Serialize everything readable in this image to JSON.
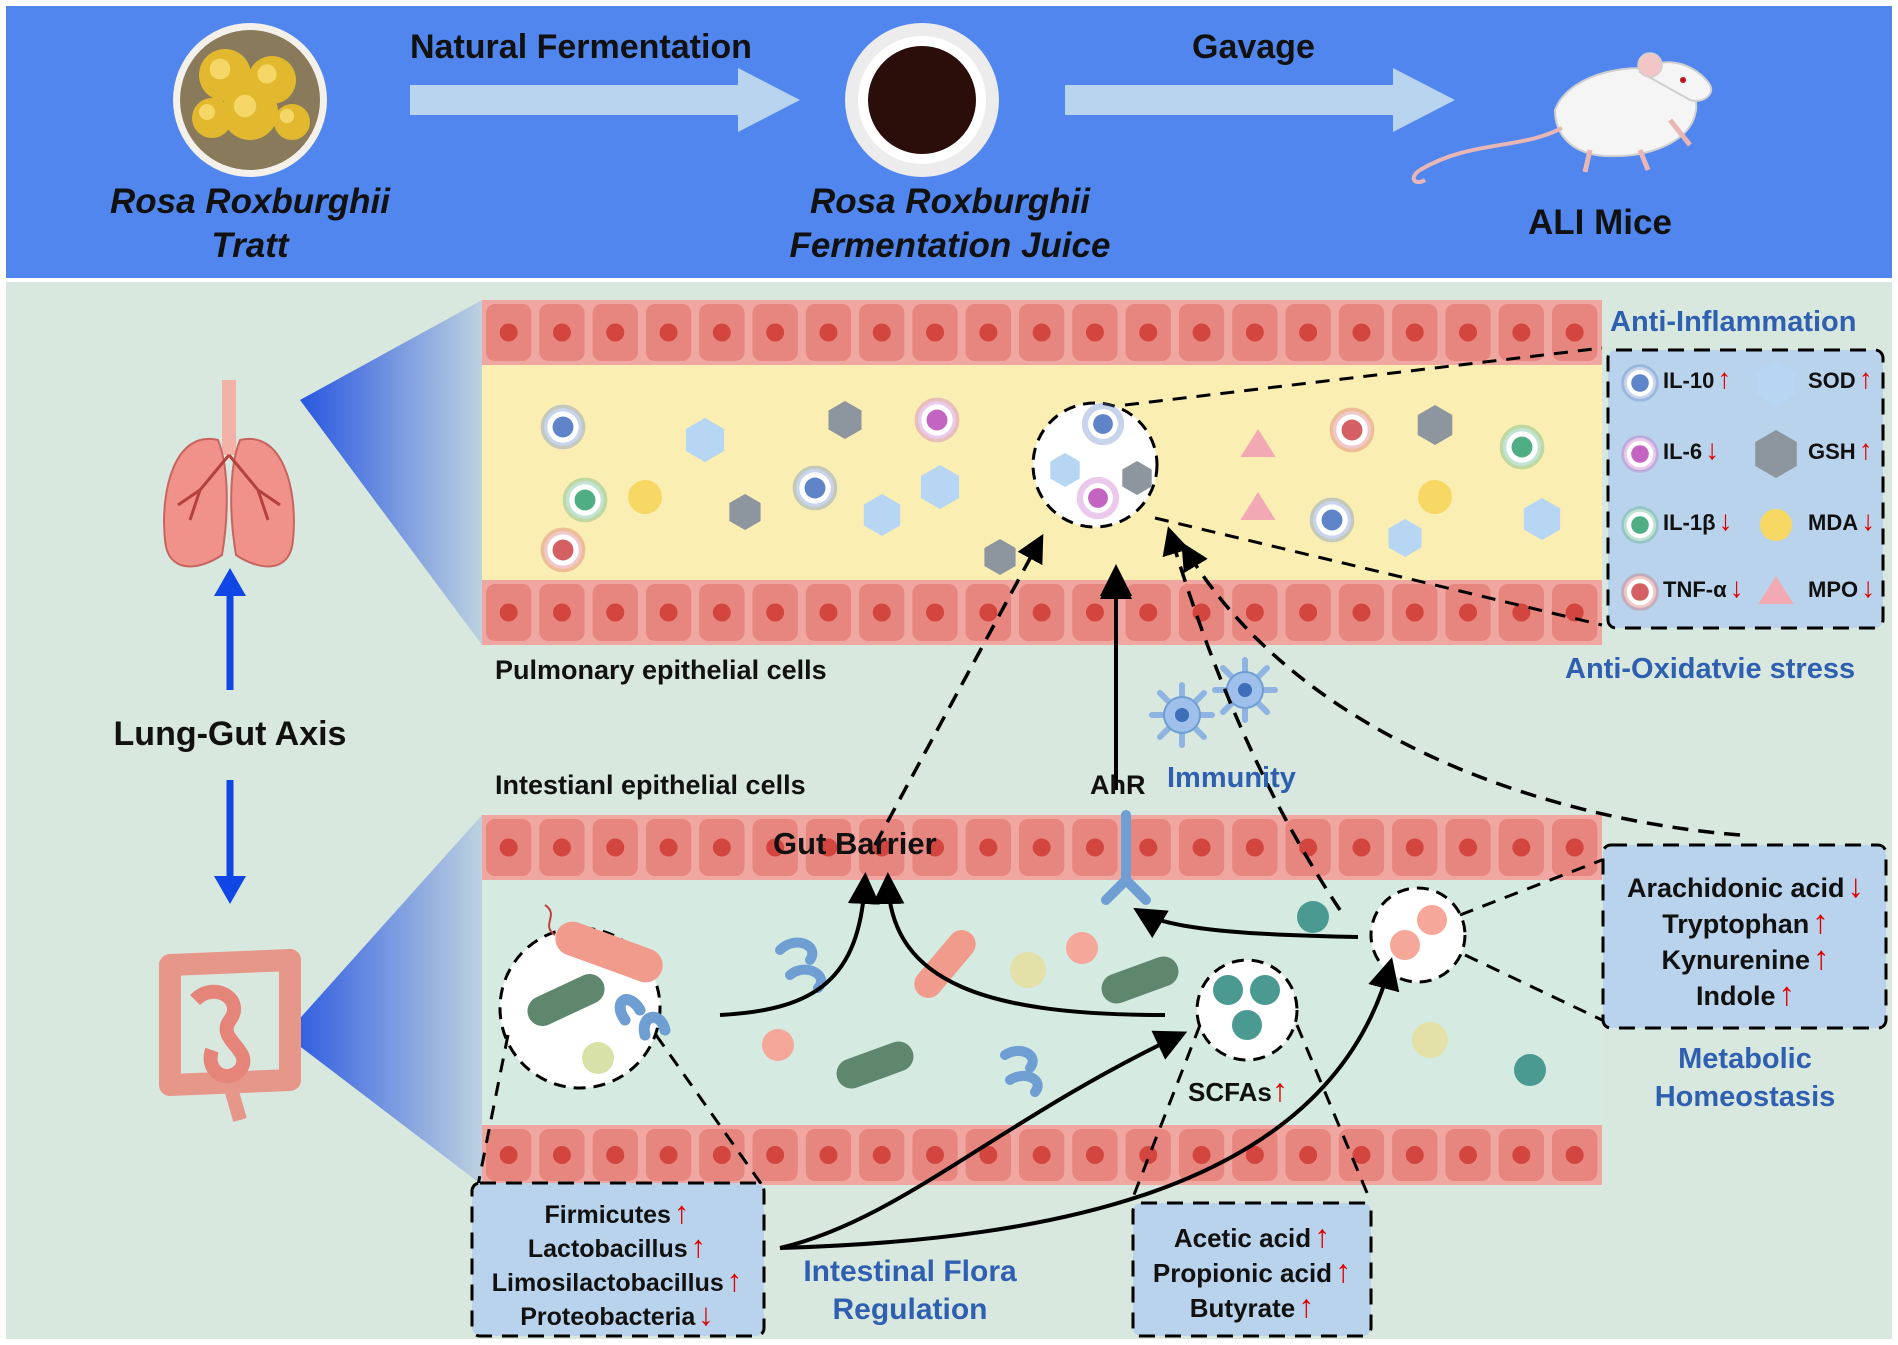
{
  "header": {
    "source_label": "Rosa Roxburghii\nTratt",
    "step1_label": "Natural Fermentation",
    "product_label": "Rosa Roxburghii\nFermentation Juice",
    "step2_label": "Gavage",
    "target_label": "ALI Mice",
    "band_color": "#5186ee",
    "arrow_color": "#b9d4ef"
  },
  "axis": {
    "label": "Lung-Gut Axis",
    "arrow_color": "#1146e6"
  },
  "lung_vessel": {
    "label": "Pulmonary epithelial cells"
  },
  "gut_vessel": {
    "label": "Intestianl epithelial cells",
    "barrier_label": "Gut Barrier",
    "receptor_label": "AhR",
    "immunity_label": "Immunity",
    "scfa_label": "SCFAs",
    "scfa_trend": "↑"
  },
  "inflammation_panel": {
    "title": "Anti-Inflammation",
    "subtitle": "Anti-Oxidatvie stress",
    "items": [
      {
        "label": "IL-10",
        "trend": "↑",
        "marker": "blue-cell-icon",
        "color": "#5f84c9"
      },
      {
        "label": "SOD",
        "trend": "↑",
        "marker": "light-hexagon-icon",
        "color": "#b6d6f3"
      },
      {
        "label": "IL-6",
        "trend": "↓",
        "marker": "purple-cell-icon",
        "color": "#c464c2"
      },
      {
        "label": "GSH",
        "trend": "↑",
        "marker": "gray-hexagon-icon",
        "color": "#8d969e"
      },
      {
        "label": "IL-1β",
        "trend": "↓",
        "marker": "green-cell-icon",
        "color": "#4fae84"
      },
      {
        "label": "MDA",
        "trend": "↓",
        "marker": "yellow-circle-icon",
        "color": "#f7d864"
      },
      {
        "label": "TNF-α",
        "trend": "↓",
        "marker": "red-cell-icon",
        "color": "#d46064"
      },
      {
        "label": "MPO",
        "trend": "↓",
        "marker": "pink-triangle-icon",
        "color": "#f2a9b4"
      }
    ]
  },
  "metabolic_panel": {
    "title": "Metabolic\nHomeostasis",
    "items": [
      {
        "label": "Arachidonic acid",
        "trend": "↓"
      },
      {
        "label": "Tryptophan",
        "trend": "↑"
      },
      {
        "label": "Kynurenine",
        "trend": "↑"
      },
      {
        "label": "Indole",
        "trend": "↑"
      }
    ]
  },
  "flora_panel": {
    "title": "Intestinal Flora\nRegulation",
    "items": [
      {
        "label": "Firmicutes",
        "trend": "↑"
      },
      {
        "label": "Lactobacillus",
        "trend": "↑"
      },
      {
        "label": "Limosilactobacillus",
        "trend": "↑"
      },
      {
        "label": "Proteobacteria",
        "trend": "↓"
      }
    ]
  },
  "scfa_panel": {
    "items": [
      {
        "label": "Acetic acid",
        "trend": "↑"
      },
      {
        "label": "Propionic acid",
        "trend": "↑"
      },
      {
        "label": "Butyrate",
        "trend": "↑"
      }
    ]
  }
}
